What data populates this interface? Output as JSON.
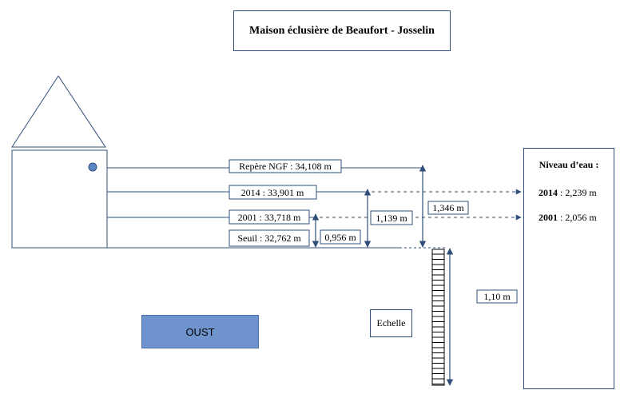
{
  "title": "Maison éclusière de Beaufort - Josselin",
  "levels": {
    "repere": "Repère NGF :  34,108 m",
    "y2014": "2014 :  33,901 m",
    "y2001": "2001 :  33,718 m",
    "seuil": "Seuil :  32,762 m"
  },
  "differences": {
    "d_2001": "0,956 m",
    "d_2014": "1,139 m",
    "d_repere": "1,346 m",
    "echelle_height": "1,10 m"
  },
  "labels": {
    "river": "OUST",
    "echelle": "Echelle"
  },
  "water_panel": {
    "title": "Niveau d’eau :",
    "rows": [
      {
        "year": "2014",
        "value": " : 2,239 m"
      },
      {
        "year": "2001",
        "value": " : 2,056 m"
      }
    ]
  },
  "colors": {
    "line": "#2f4f7a",
    "river_fill": "#6f93cd",
    "marker": "#5b86c4"
  }
}
